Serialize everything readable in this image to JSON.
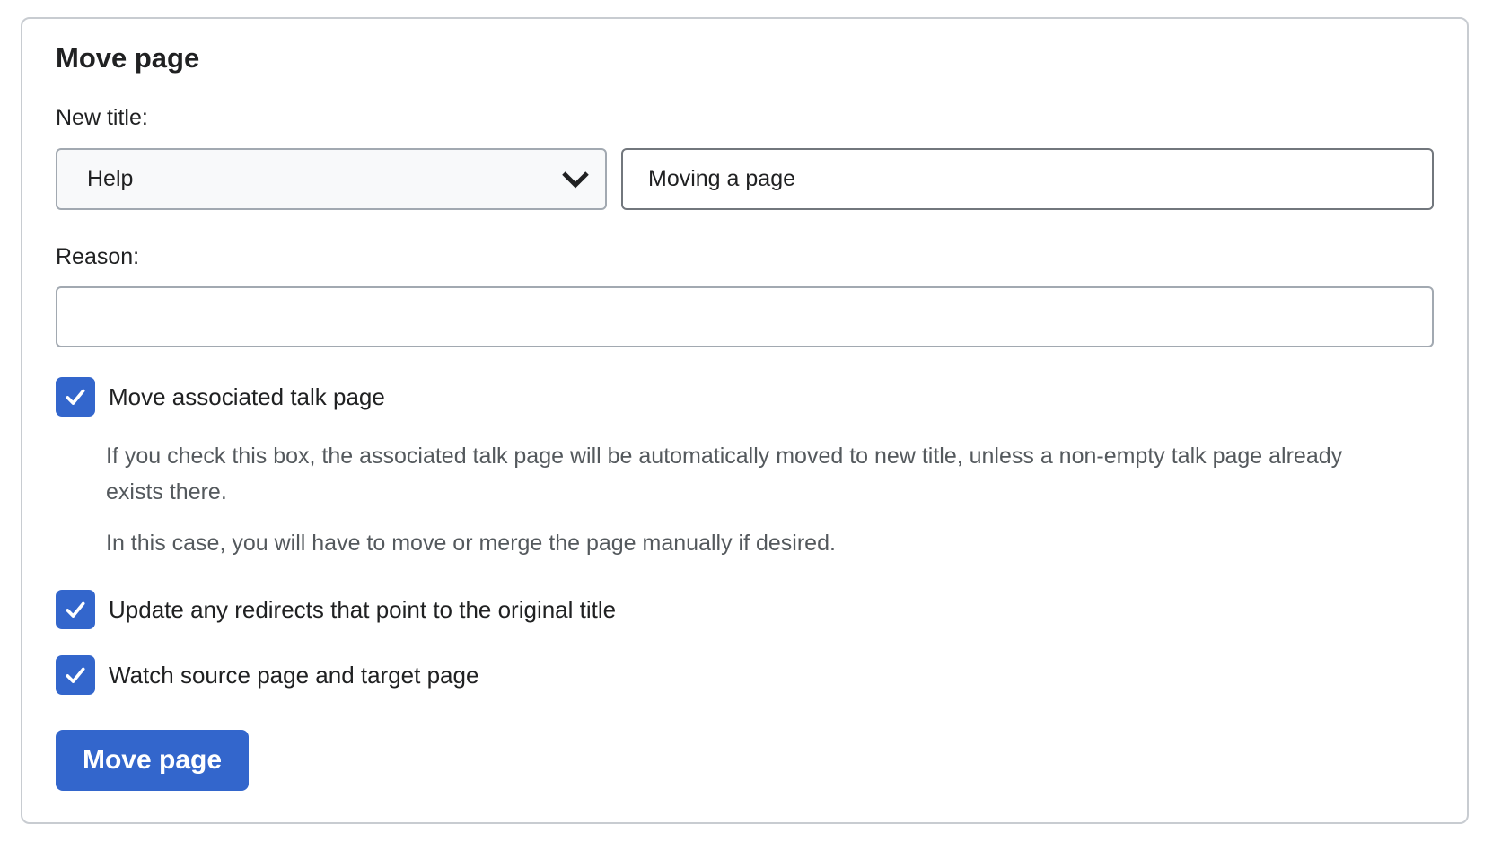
{
  "panel": {
    "title": "Move page"
  },
  "form": {
    "new_title_label": "New title:",
    "namespace_select": {
      "value": "Help"
    },
    "new_title_input": {
      "value": "Moving a page"
    },
    "reason_label": "Reason:",
    "reason_input": {
      "value": ""
    },
    "checkboxes": [
      {
        "label": "Move associated talk page",
        "checked": true,
        "help": [
          "If you check this box, the associated talk page will be automatically moved to new title, unless a non-empty talk page already exists there.",
          "In this case, you will have to move or merge the page manually if desired."
        ]
      },
      {
        "label": "Update any redirects that point to the original title",
        "checked": true
      },
      {
        "label": "Watch source page and target page",
        "checked": true
      }
    ],
    "submit_label": "Move page"
  },
  "icons": {
    "select_indicator": "chevron-down-icon",
    "checkbox_mark": "check-icon"
  },
  "colors": {
    "accent": "#3366cc",
    "text": "#202122",
    "help_text": "#54595d",
    "border_light": "#c8ccd1",
    "border_field": "#a2a9b1",
    "border_input": "#72777d",
    "field_bg": "#f8f9fa",
    "button_text": "#ffffff"
  }
}
